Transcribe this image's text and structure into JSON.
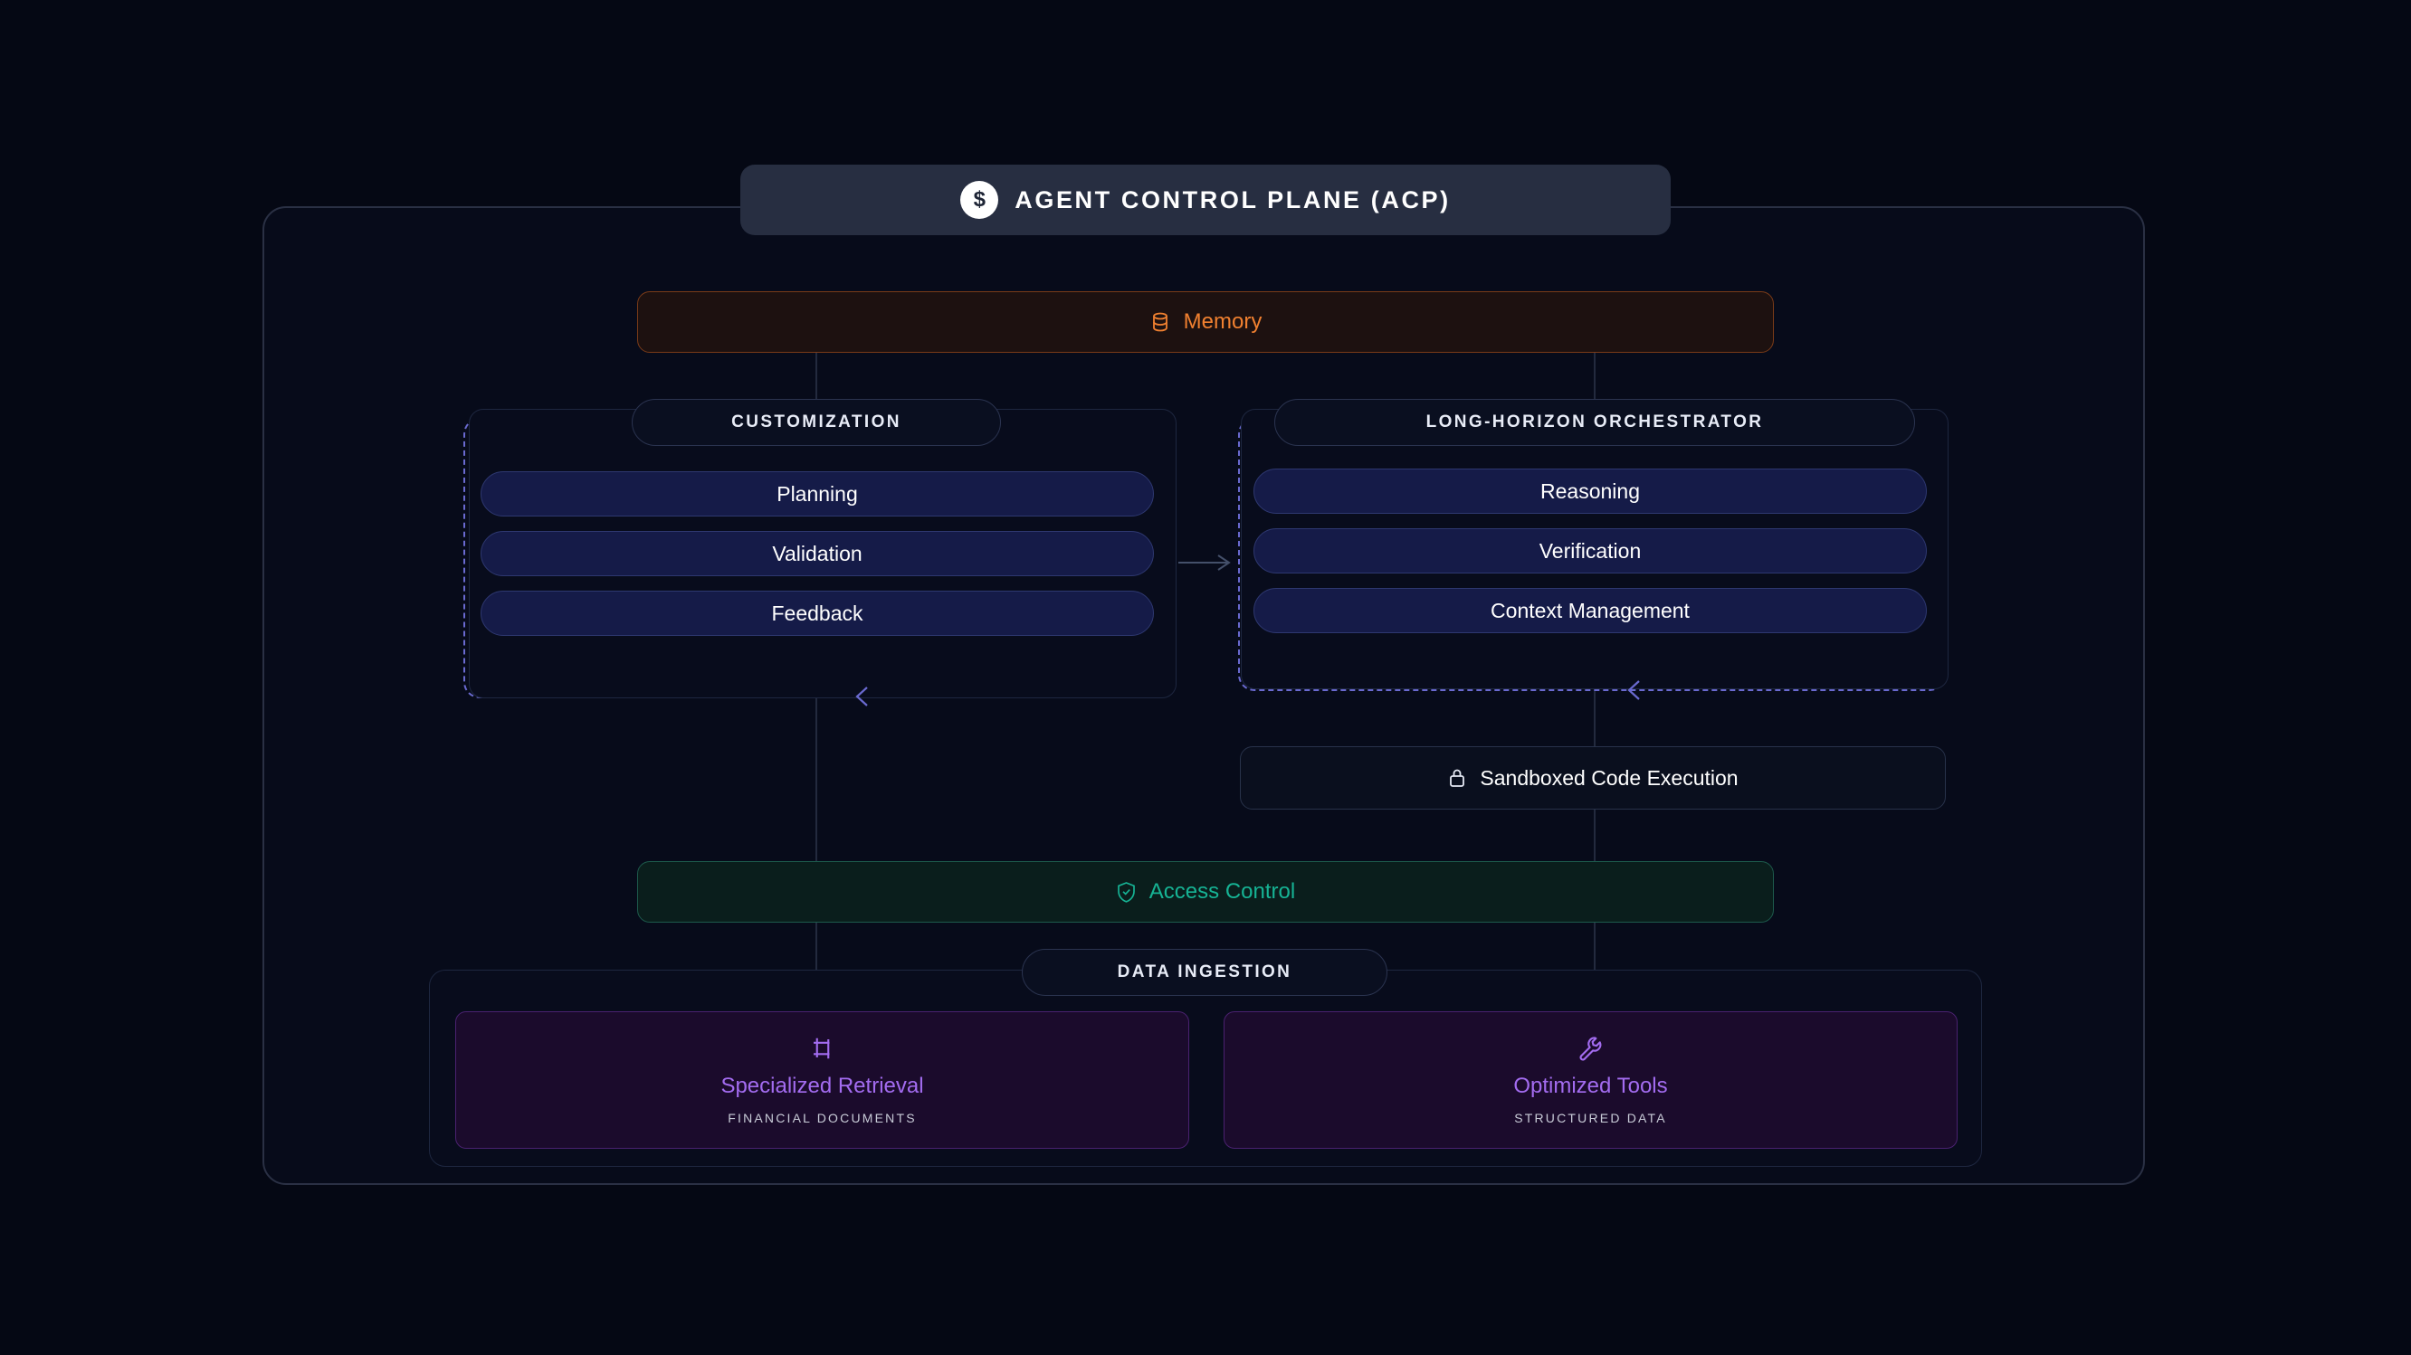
{
  "header": {
    "badge_icon": "dollar-sign-icon",
    "badge_glyph": "$",
    "title": "AGENT CONTROL PLANE (ACP)"
  },
  "memory": {
    "icon": "database-icon",
    "label": "Memory",
    "accent": "#f08030"
  },
  "groups": [
    {
      "key": "customization",
      "label": "CUSTOMIZATION",
      "items": [
        "Planning",
        "Validation",
        "Feedback"
      ]
    },
    {
      "key": "orchestrator",
      "label": "LONG-HORIZON ORCHESTRATOR",
      "items": [
        "Reasoning",
        "Verification",
        "Context Management"
      ]
    }
  ],
  "sandbox": {
    "icon": "lock-icon",
    "label": "Sandboxed Code Execution"
  },
  "access_control": {
    "icon": "shield-check-icon",
    "label": "Access Control",
    "accent": "#16b394"
  },
  "data_ingestion": {
    "label": "DATA INGESTION",
    "cards": [
      {
        "icon": "frame-icon",
        "title": "Specialized Retrieval",
        "subtitle": "FINANCIAL DOCUMENTS"
      },
      {
        "icon": "wrench-icon",
        "title": "Optimized Tools",
        "subtitle": "STRUCTURED DATA"
      }
    ],
    "accent": "#a36cf0"
  },
  "colors": {
    "page_background": "#050814",
    "panel_background": "#070b1a",
    "group_dash": "#6a6ad0",
    "pill_background": "#151b48",
    "connector": "#232a3e"
  }
}
